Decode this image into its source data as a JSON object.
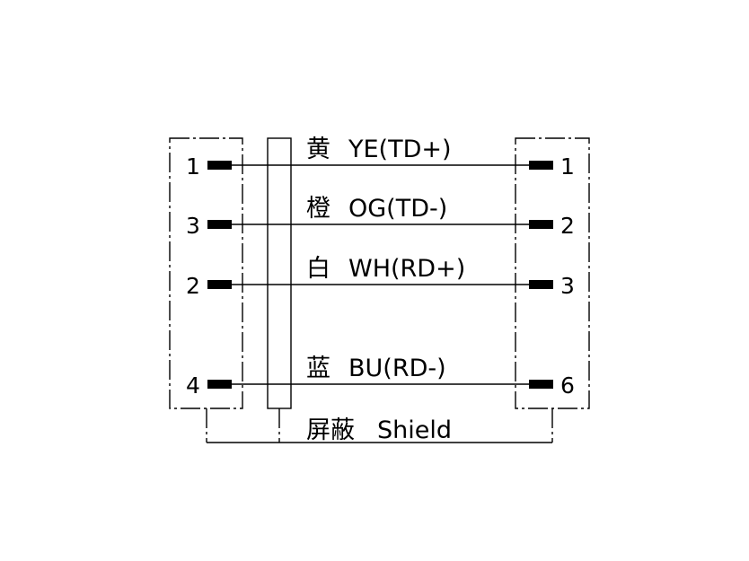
{
  "wires": [
    {
      "left_pin": "1",
      "right_pin": "1",
      "color_cn": "黄",
      "label": "YE(TD+)"
    },
    {
      "left_pin": "3",
      "right_pin": "2",
      "color_cn": "橙",
      "label": "OG(TD-)"
    },
    {
      "left_pin": "2",
      "right_pin": "3",
      "color_cn": "白",
      "label": "WH(RD+)"
    },
    {
      "left_pin": "4",
      "right_pin": "6",
      "color_cn": "蓝",
      "label": "BU(RD-)"
    }
  ],
  "shield": {
    "label_cn": "屏蔽",
    "label": "Shield"
  }
}
